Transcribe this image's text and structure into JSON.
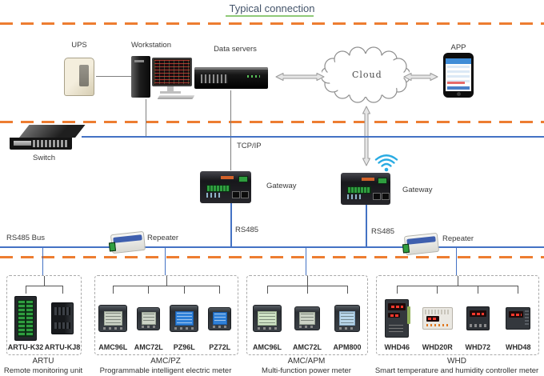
{
  "title": "Typical connection",
  "nodes": {
    "ups": "UPS",
    "workstation": "Workstation",
    "data_servers": "Data servers",
    "cloud": "Cloud",
    "app": "APP",
    "switch": "Switch",
    "tcpip": "TCP/IP",
    "gateway": "Gateway",
    "rs485_bus": "RS485 Bus",
    "repeater": "Repeater",
    "rs485": "RS485"
  },
  "groups": [
    {
      "name": "ARTU",
      "description": "Remote monitoring unit",
      "devices": [
        "ARTU-K32",
        "ARTU-KJ8"
      ]
    },
    {
      "name": "AMC/PZ",
      "description": "Programmable intelligent electric meter",
      "devices": [
        "AMC96L",
        "AMC72L",
        "PZ96L",
        "PZ72L"
      ]
    },
    {
      "name": "AMC/APM",
      "description": "Multi-function power meter",
      "devices": [
        "AMC96L",
        "AMC72L",
        "APM800"
      ]
    },
    {
      "name": "WHD",
      "description": "Smart temperature and humidity controller meter",
      "devices": [
        "WHD46",
        "WHD20R",
        "WHD72",
        "WHD48"
      ]
    }
  ],
  "colors": {
    "accent_orange": "#ED7D31",
    "bus_blue": "#4472C4",
    "title_text": "#44546A",
    "title_underline": "#90C978",
    "wifi_blue": "#29ABE2"
  }
}
